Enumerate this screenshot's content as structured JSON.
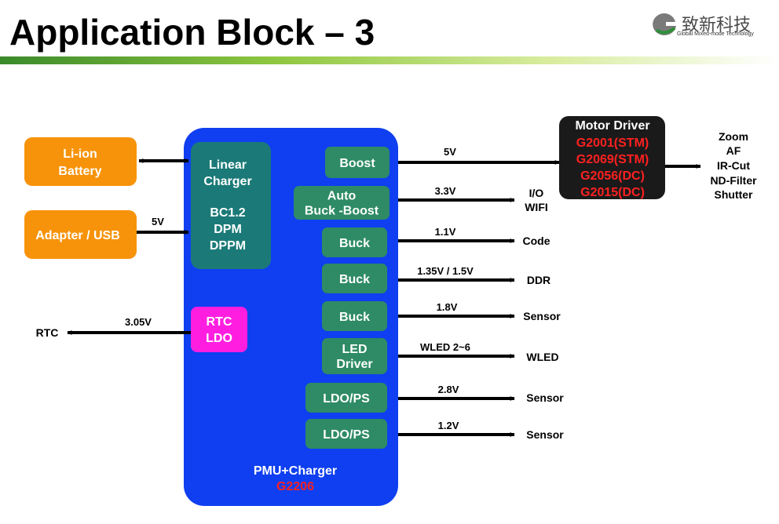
{
  "title": "Application Block – 3",
  "logo": {
    "chinese": "致新科技",
    "tagline": "Global Mixed-mode Technology",
    "icon": "gmt-logo-icon"
  },
  "colors": {
    "pmu_block": "#0f3ff0",
    "sub_block": "#2e8b65",
    "linear_charger": "#1b7a78",
    "input_block": "#f7930a",
    "rtc_ldo": "#ff1ee0",
    "motor_driver_bg": "#1a1a1a",
    "part_red": "#ff2020"
  },
  "inputs": {
    "battery": {
      "line1": "Li-ion",
      "line2": "Battery"
    },
    "adapter": {
      "label": "Adapter / USB",
      "voltage": "5V"
    }
  },
  "pmu": {
    "label": "PMU+Charger",
    "part": "G2206",
    "linear_charger": {
      "line1": "Linear",
      "line2": "Charger",
      "line3": "BC1.2",
      "line4": "DPM",
      "line5": "DPPM"
    },
    "rtc_ldo": {
      "line1": "RTC",
      "line2": "LDO",
      "output_voltage": "3.05V",
      "target": "RTC"
    }
  },
  "channels": [
    {
      "line1": "Boost",
      "line2": "",
      "voltage": "5V",
      "target1": "",
      "target2": ""
    },
    {
      "line1": "Auto",
      "line2": "Buck -Boost",
      "voltage": "3.3V",
      "target1": "I/O",
      "target2": "WIFI"
    },
    {
      "line1": "Buck",
      "line2": "",
      "voltage": "1.1V",
      "target1": "Code",
      "target2": ""
    },
    {
      "line1": "Buck",
      "line2": "",
      "voltage": "1.35V / 1.5V",
      "target1": "DDR",
      "target2": ""
    },
    {
      "line1": "Buck",
      "line2": "",
      "voltage": "1.8V",
      "target1": "Sensor",
      "target2": ""
    },
    {
      "line1": "LED",
      "line2": "Driver",
      "voltage": "WLED 2~6",
      "target1": "WLED",
      "target2": ""
    },
    {
      "line1": "LDO/PS",
      "line2": "",
      "voltage": "2.8V",
      "target1": "Sensor",
      "target2": ""
    },
    {
      "line1": "LDO/PS",
      "line2": "",
      "voltage": "1.2V",
      "target1": "Sensor",
      "target2": ""
    }
  ],
  "motor_driver": {
    "title": "Motor Driver",
    "parts": [
      "G2001(STM)",
      "G2069(STM)",
      "G2056(DC)",
      "G2015(DC)"
    ],
    "outputs": [
      "Zoom",
      "AF",
      "IR-Cut",
      "ND-Filter",
      "Shutter"
    ]
  }
}
